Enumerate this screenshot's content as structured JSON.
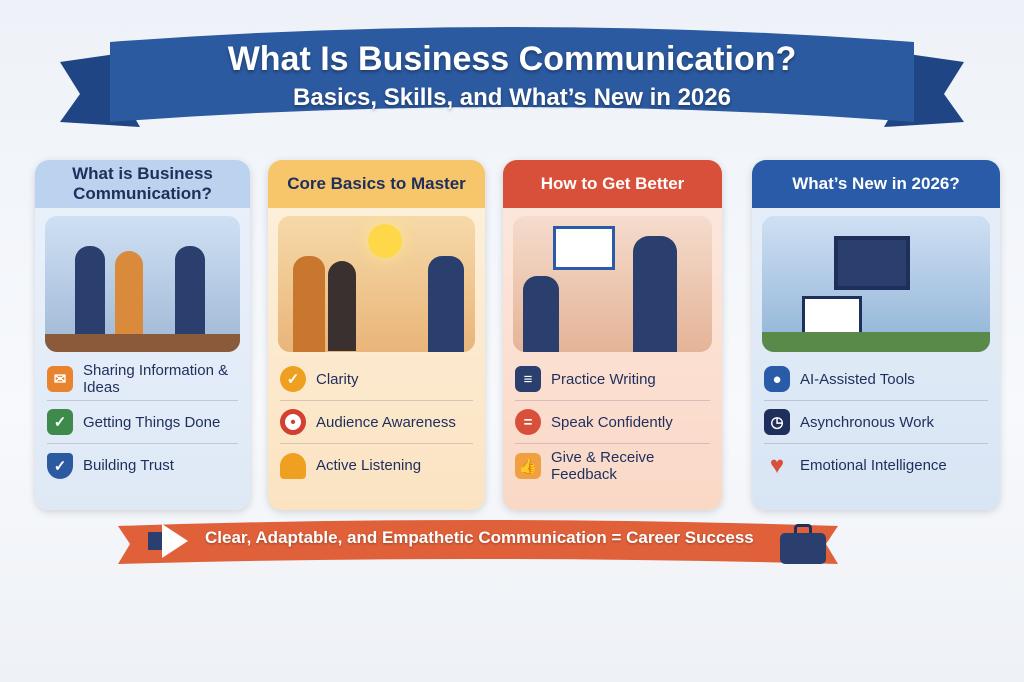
{
  "title": "What Is Business Communication?",
  "subtitle": "Basics, Skills, and What’s New in 2026",
  "panels": [
    {
      "heading": "What is Business Communication?",
      "header_color": "#bcd3f0",
      "items": [
        {
          "label": "Sharing Information & Ideas",
          "icon": "envelope-icon"
        },
        {
          "label": "Getting Things Done",
          "icon": "checklist-icon"
        },
        {
          "label": "Building Trust",
          "icon": "shield-check-icon"
        }
      ]
    },
    {
      "heading": "Core Basics to Master",
      "header_color": "#f7c56a",
      "items": [
        {
          "label": "Clarity",
          "icon": "check-circle-icon"
        },
        {
          "label": "Audience Awareness",
          "icon": "target-icon"
        },
        {
          "label": "Active Listening",
          "icon": "head-ear-icon"
        }
      ]
    },
    {
      "heading": "How to Get Better",
      "header_color": "#d9503a",
      "items": [
        {
          "label": "Practice Writing",
          "icon": "document-icon"
        },
        {
          "label": "Speak Confidently",
          "icon": "speech-bubble-icon"
        },
        {
          "label": "Give & Receive Feedback",
          "icon": "thumbs-up-icon"
        }
      ]
    },
    {
      "heading": "What’s New in 2026?",
      "header_color": "#2a5ba8",
      "items": [
        {
          "label": "AI-Assisted Tools",
          "icon": "robot-icon"
        },
        {
          "label": "Asynchronous Work",
          "icon": "laptop-clock-icon"
        },
        {
          "label": "Emotional Intelligence",
          "icon": "heart-icon"
        }
      ]
    }
  ],
  "footer": "Clear, Adaptable, and Empathetic Communication = Career Success",
  "colors": {
    "banner": "#2c5aa0",
    "ribbon": "#e0603a",
    "navy": "#1e2f5c"
  }
}
